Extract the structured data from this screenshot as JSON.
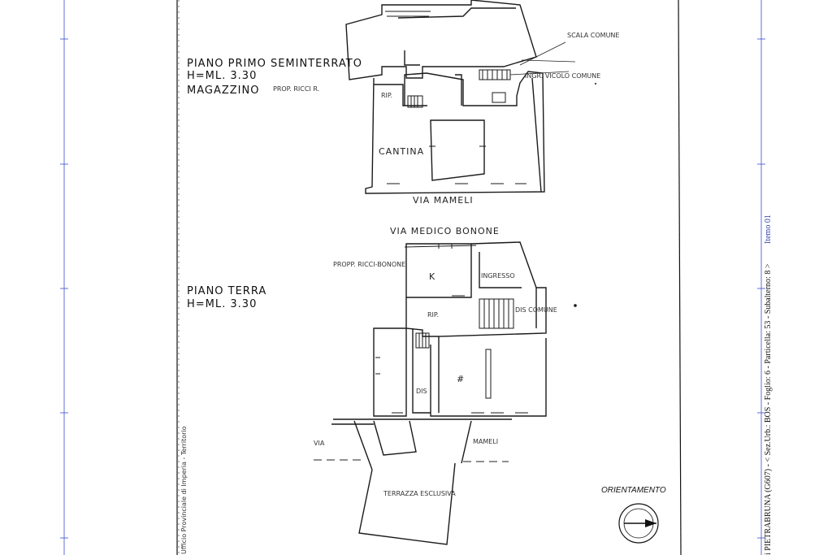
{
  "semi_basement": {
    "title": "PIANO PRIMO SEMINTERRATO",
    "height": "H=ML. 3.30",
    "room": "MAGAZZINO",
    "owner": "PROP. RICCI R.",
    "stair_label": "SCALA COMUNE",
    "entrance_label": "INGR. VICOLO COMUNE",
    "storage_label": "RIP.",
    "cellar_label": "CANTINA",
    "street": "VIA MAMELI"
  },
  "ground": {
    "street_top": "VIA MEDICO BONONE",
    "owner": "PROPP. RICCI-BONONE",
    "title": "PIANO TERRA",
    "height": "H=ML. 3.30",
    "kitchen": "K",
    "entrance": "INGRESSO",
    "storage": "RIP.",
    "dis_comune": "DIS COMUNE",
    "dis": "DIS",
    "room_mark": "#",
    "street_left": "VIA",
    "street_right": "MAMELI",
    "terrace": "TERRAZZA ESCLUSIVA"
  },
  "orientation": {
    "label": "ORIENTAMENTO"
  },
  "side_text": {
    "main": "i PIETRABRUNA (G607) - < Sez.Urb.: BOS - Foglio: 6 - Particella: 53 - Subalterno: 8 >",
    "link": "Itemo 01",
    "vertical_left": "Ufficio Provinciale di Imperia - Territorio"
  },
  "colors": {
    "ink": "#1a1a1a",
    "frame_line": "#3b4bd1",
    "link": "#2a3aa8"
  }
}
